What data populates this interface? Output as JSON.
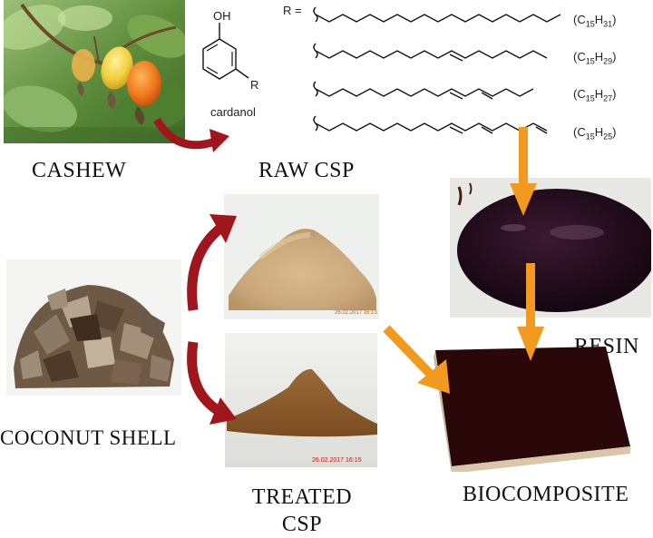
{
  "labels": {
    "cashew": "CASHEW",
    "raw_csp": "RAW CSP",
    "resin": "RESIN",
    "coconut_shell": "COCONUT SHELL",
    "treated_csp_line1": "TREATED",
    "treated_csp_line2": "CSP",
    "biocomposite": "BIOCOMPOSITE"
  },
  "chemistry": {
    "oh": "OH",
    "r_sub": "R",
    "molecule": "cardanol",
    "r_equals": "R =",
    "chains": [
      {
        "formula_c": "C",
        "c_sub": "15",
        "formula_h": "H",
        "h_sub": "31"
      },
      {
        "formula_c": "C",
        "c_sub": "15",
        "formula_h": "H",
        "h_sub": "29"
      },
      {
        "formula_c": "C",
        "c_sub": "15",
        "formula_h": "H",
        "h_sub": "27"
      },
      {
        "formula_c": "C",
        "c_sub": "15",
        "formula_h": "H",
        "h_sub": "25"
      }
    ]
  },
  "stamps": {
    "raw": "26.02.2017 16:13",
    "treated": "26.02.2017 16:15"
  },
  "colors": {
    "arrow_red": "#a0161c",
    "arrow_orange": "#f29a1f",
    "resin": "#1e0a18",
    "board_top": "#2a0708",
    "board_edge": "#d8c7a8",
    "raw_powder": "#c9a77a",
    "treated_powder": "#8a5a2b"
  }
}
